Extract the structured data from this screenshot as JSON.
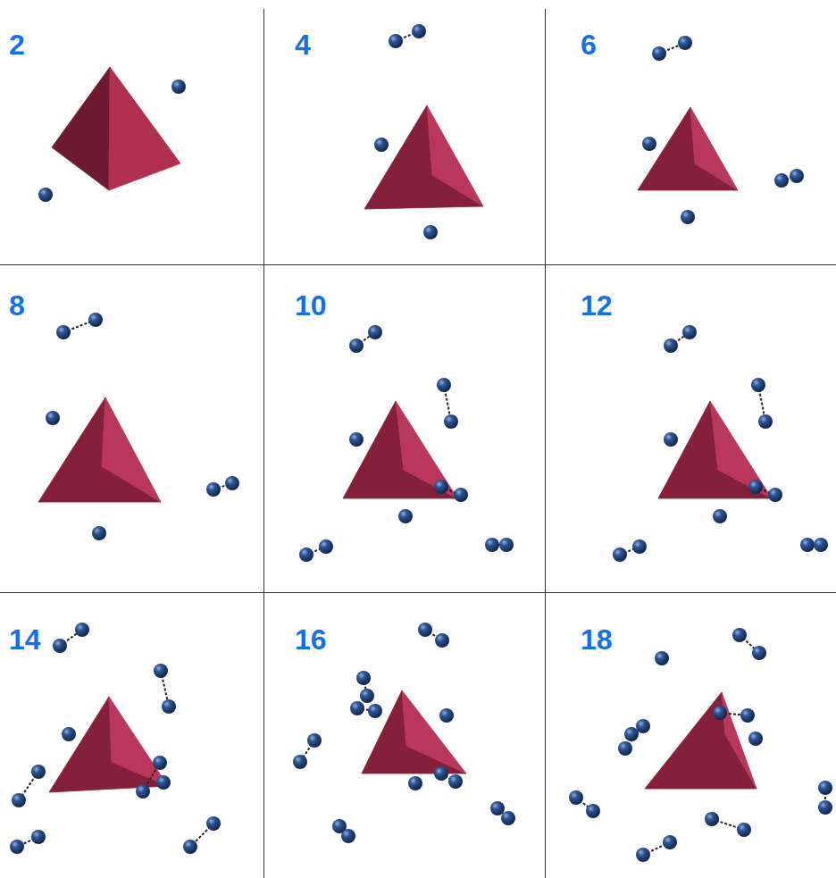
{
  "diagram": {
    "labels": [
      "2",
      "4",
      "6",
      "8",
      "10",
      "12",
      "14",
      "16",
      "18"
    ]
  }
}
